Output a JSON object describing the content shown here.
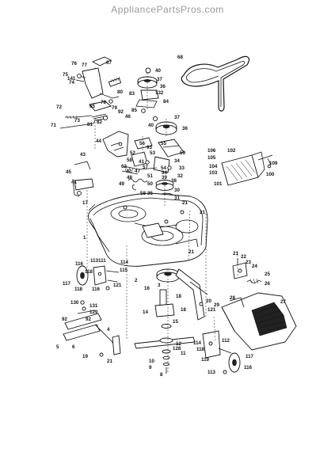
{
  "watermark": "AppliancePartsPros.com",
  "labels": [
    "68",
    "76",
    "77",
    "67",
    "75",
    "141",
    "74",
    "40",
    "37",
    "36",
    "132",
    "83",
    "84",
    "85",
    "80",
    "79",
    "78",
    "65",
    "92",
    "72",
    "81",
    "82",
    "73",
    "71",
    "46",
    "44",
    "37",
    "40",
    "36",
    "56",
    "93",
    "52",
    "53",
    "59",
    "58",
    "43",
    "45",
    "41",
    "106",
    "105",
    "104",
    "103",
    "102",
    "101",
    "100",
    "49",
    "50",
    "51",
    "30",
    "31",
    "35",
    "58",
    "17",
    "21",
    "21",
    "1",
    "21",
    "116",
    "113",
    "111",
    "114",
    "115",
    "121",
    "117",
    "118",
    "118",
    "116",
    "21",
    "22",
    "23",
    "24",
    "25",
    "26",
    "27",
    "28",
    "29",
    "121",
    "2",
    "16",
    "3",
    "130",
    "131",
    "129",
    "92",
    "5",
    "6",
    "4",
    "14",
    "18",
    "15",
    "12",
    "128",
    "11",
    "10",
    "9",
    "8",
    "19",
    "21",
    "20",
    "114",
    "117",
    "112",
    "118",
    "119",
    "113",
    "116",
    "92",
    "33",
    "34",
    "54",
    "55",
    "94",
    "57",
    "32",
    "42",
    "62",
    "38",
    "39",
    "48",
    "47",
    "41",
    "18",
    "109"
  ]
}
